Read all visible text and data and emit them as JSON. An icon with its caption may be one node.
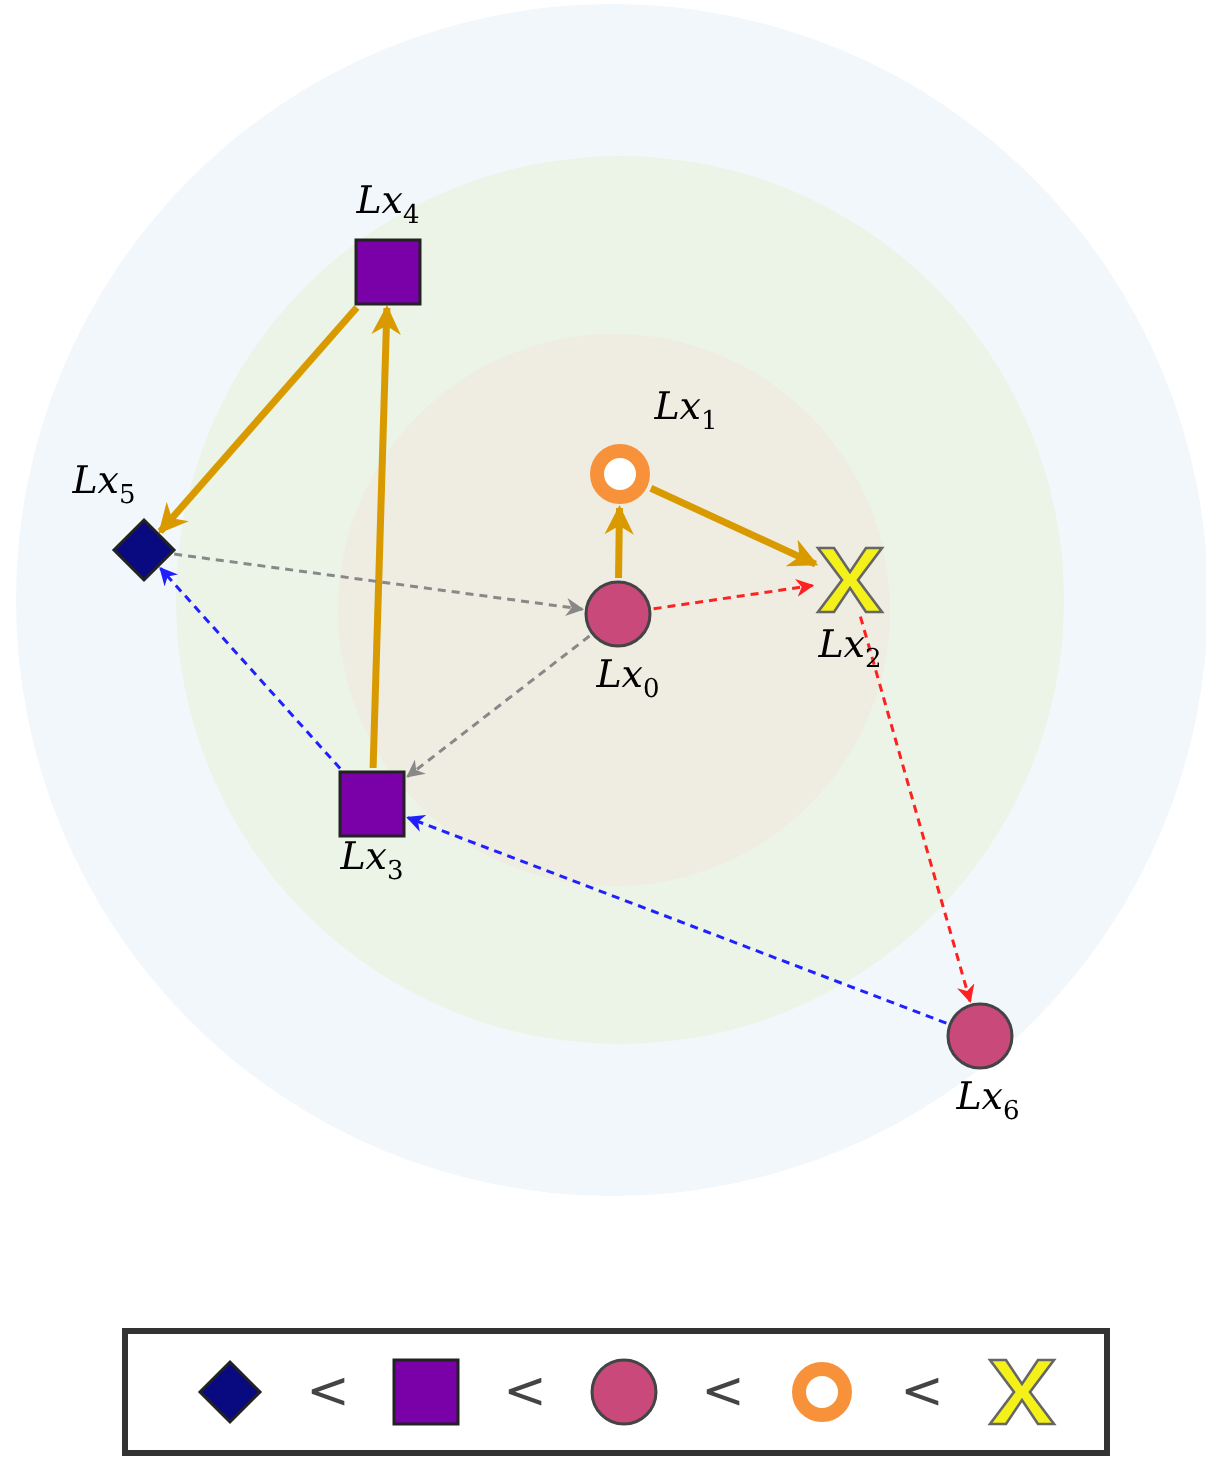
{
  "diagram": {
    "nodes": [
      {
        "text": [],
        "shape": "circle",
        "beside": [
          "*Lx*$_{0}$"
        ]
      },
      {
        "text": [],
        "shape": "ring",
        "beside": [
          "*Lx*$_{1}$"
        ]
      },
      {
        "text": [],
        "shape": "cross",
        "beside": [
          "*Lx*$_{2}$"
        ]
      },
      {
        "text": [],
        "shape": "box",
        "beside": [
          "*Lx*$_{3}$"
        ]
      },
      {
        "text": [],
        "shape": "box",
        "beside": [
          "*Lx*$_{4}$"
        ]
      },
      {
        "text": [],
        "shape": "diamond",
        "beside": [
          "*Lx*$_{5}$"
        ]
      },
      {
        "text": [],
        "shape": "circle",
        "beside": [
          "*Lx*$_{6}$"
        ]
      }
    ],
    "edges": [
      {
        "from": 0,
        "to": 1,
        "arrow": "to",
        "style": "thick"
      },
      {
        "from": 1,
        "to": 2,
        "arrow": "to",
        "style": "thick"
      },
      {
        "from": 3,
        "to": 4,
        "arrow": "to",
        "style": "thick"
      },
      {
        "from": 4,
        "to": 5,
        "arrow": "to",
        "style": "thick"
      },
      {
        "from": 0,
        "to": 2,
        "arrow": "to",
        "style": "dashed",
        "color": "#ff2020"
      },
      {
        "from": 2,
        "to": 6,
        "arrow": "to",
        "style": "dashed",
        "color": "#ff2020"
      },
      {
        "from": 6,
        "to": 3,
        "arrow": "to",
        "style": "dashed",
        "color": "#2020ff"
      },
      {
        "from": 3,
        "to": 5,
        "arrow": "to",
        "style": "dashed",
        "color": "#2020ff"
      },
      {
        "from": 5,
        "to": 0,
        "arrow": "to",
        "style": "dashed",
        "color": "#888888"
      },
      {
        "from": 0,
        "to": 3,
        "arrow": "to",
        "style": "dashed",
        "color": "#888888"
      }
    ],
    "labels": [
      "<",
      "<",
      "<",
      "<"
    ]
  }
}
